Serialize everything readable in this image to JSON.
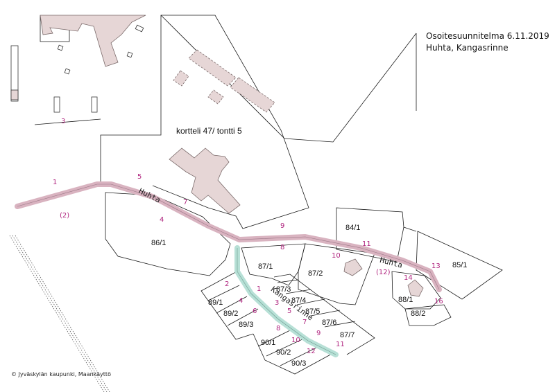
{
  "title": {
    "line1": "Osoitesuunnitelma 6.11.2019",
    "line2": "Huhta, Kangasrinne"
  },
  "credit": "© Jyväskylän kaupunki, Maankäyttö",
  "colors": {
    "huhta_road": "#d9b3c0",
    "kangasrinne_road": "#b7e0d6",
    "building_fill": "#e6d6d6",
    "address_number": "#b0257f",
    "parcel_line": "#1a1a1a"
  },
  "roads": {
    "huhta": "Huhta",
    "kangasrinne": "Kangasrinne"
  },
  "block_label": "kortteli 47/ tontti 5",
  "parcels": [
    "86/1",
    "84/1",
    "85/1",
    "87/1",
    "87/2",
    "87/3",
    "87/4",
    "87/5",
    "87/6",
    "87/7",
    "88/1",
    "88/2",
    "89/1",
    "89/2",
    "89/3",
    "90/1",
    "90/2",
    "90/3"
  ],
  "huhta_numbers": [
    "1",
    "(2)",
    "3",
    "4",
    "5",
    "7",
    "8",
    "9",
    "10",
    "11",
    "(12)",
    "13",
    "14",
    "16"
  ],
  "kangasrinne_numbers": [
    "1",
    "2",
    "3",
    "4",
    "5",
    "6",
    "7",
    "8",
    "9",
    "10",
    "11",
    "12"
  ]
}
